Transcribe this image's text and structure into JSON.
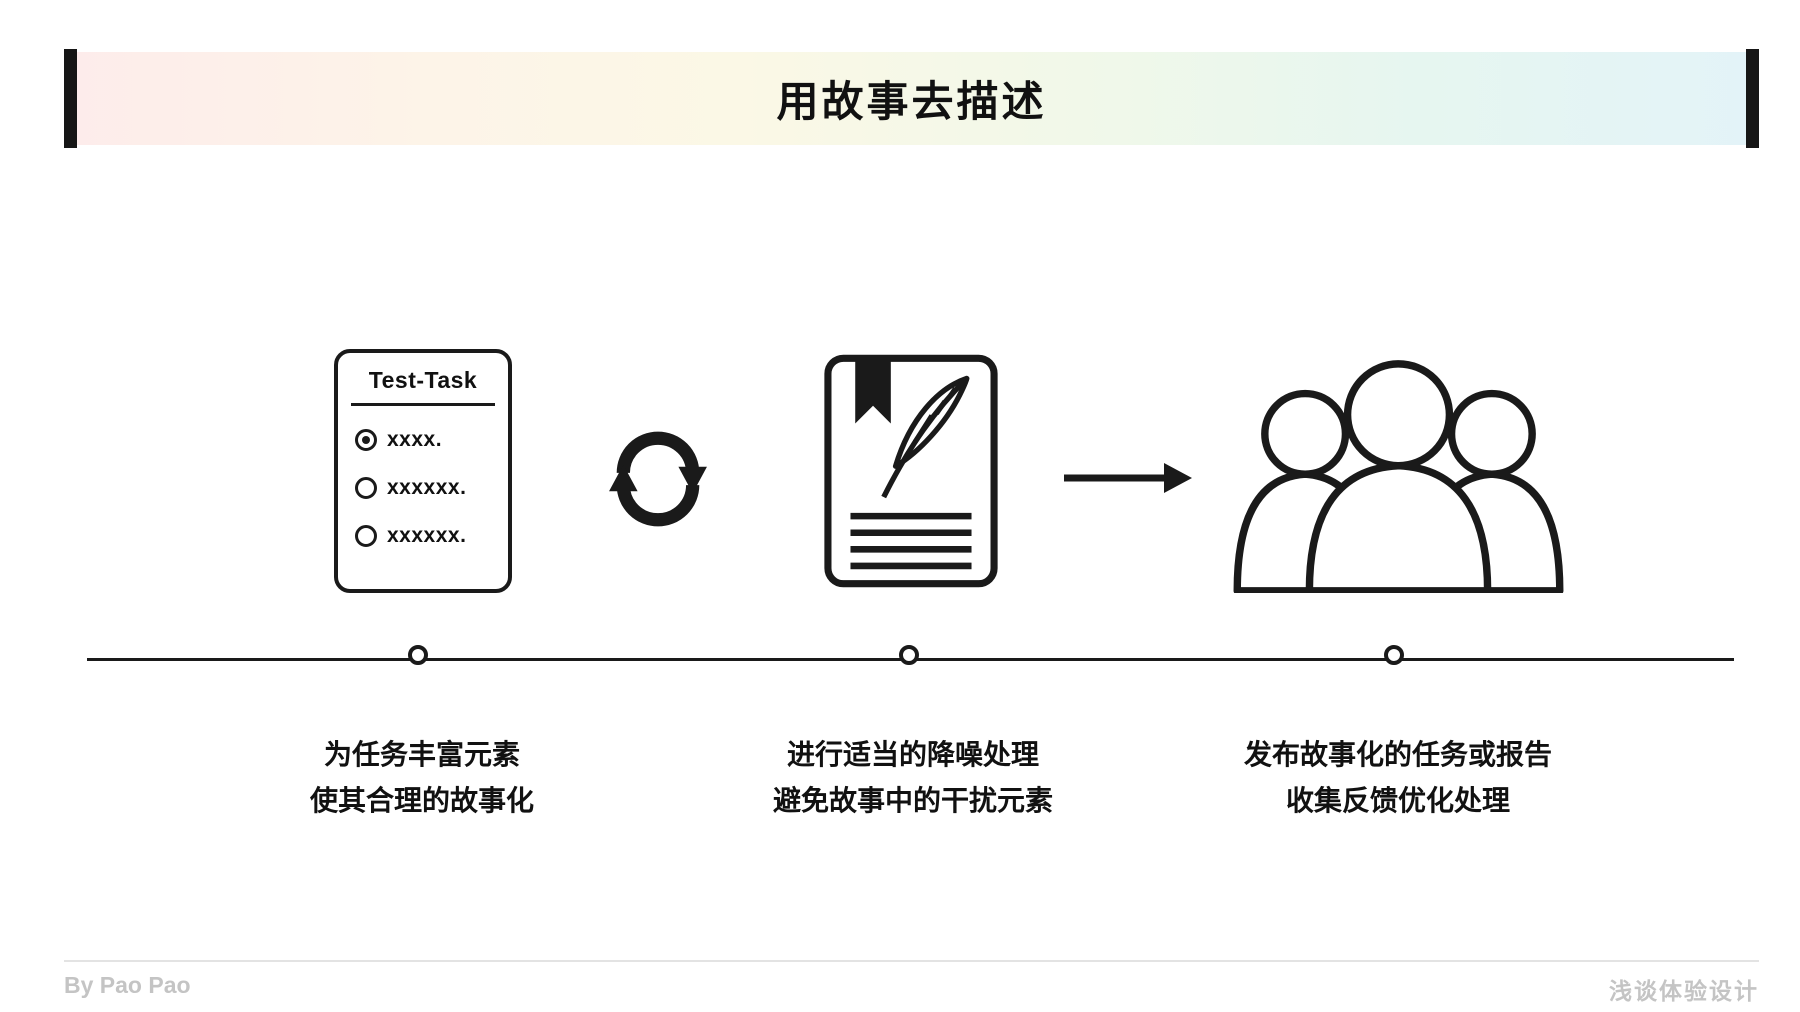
{
  "header": {
    "title": "用故事去描述"
  },
  "steps": [
    {
      "id": "enrich-story",
      "icon": "test-task-card-icon",
      "card": {
        "title": "Test-Task",
        "items": [
          {
            "text": "xxxx.",
            "selected": true
          },
          {
            "text": "xxxxxx.",
            "selected": false
          },
          {
            "text": "xxxxxx.",
            "selected": false
          }
        ]
      },
      "caption_line1": "为任务丰富元素",
      "caption_line2": "使其合理的故事化"
    },
    {
      "id": "denoise",
      "icon": "story-document-quill-icon",
      "caption_line1": "进行适当的降噪处理",
      "caption_line2": "避免故事中的干扰元素"
    },
    {
      "id": "publish-feedback",
      "icon": "audience-group-icon",
      "caption_line1": "发布故事化的任务或报告",
      "caption_line2": "收集反馈优化处理"
    }
  ],
  "connectors": [
    {
      "type": "refresh-cycle-icon"
    },
    {
      "type": "arrow-right-icon"
    }
  ],
  "footer": {
    "author": "By Pao Pao",
    "watermark": "浅谈体验设计"
  },
  "colors": {
    "ink": "#1a1a1a",
    "footer_text": "#c4c4c4",
    "footer_divider": "#e3e3e3",
    "background": "#ffffff",
    "banner_gradient": [
      "#fdeceb",
      "#fdf4e8",
      "#fbf8e6",
      "#f1f8e9",
      "#e6f6f0",
      "#e3f3f8"
    ]
  }
}
